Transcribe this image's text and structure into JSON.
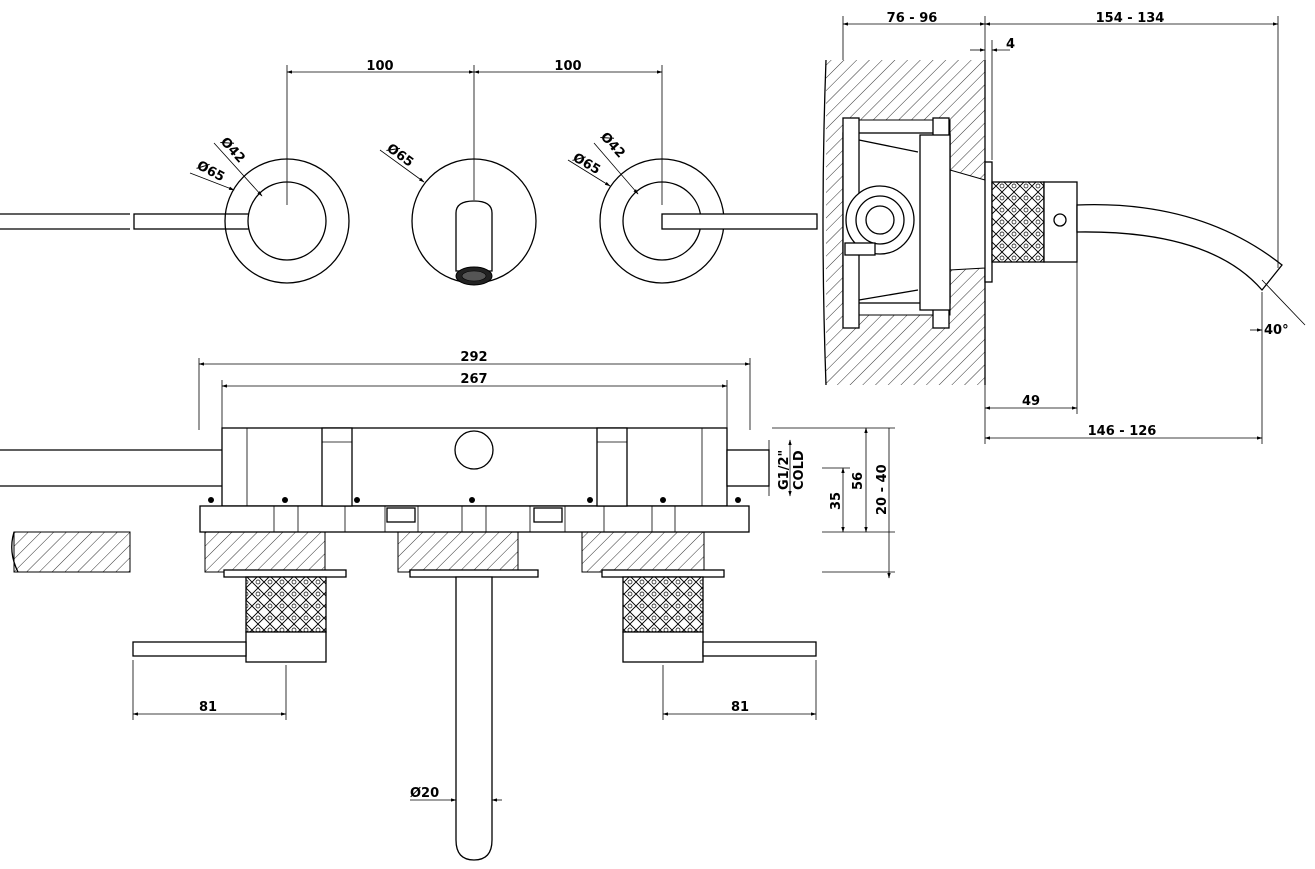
{
  "dimensions": {
    "front_spacing_left": "100",
    "front_spacing_right": "100",
    "dia42_left": "Ø42",
    "dia65_left": "Ø65",
    "dia65_center": "Ø65",
    "dia42_right": "Ø42",
    "dia65_right": "Ø65",
    "overall_292": "292",
    "overall_267": "267",
    "lever_left_81": "81",
    "lever_right_81": "81",
    "spout_dia": "Ø20",
    "inlet_thread": "G1/2\"",
    "inlet_label": "COLD",
    "height_35": "35",
    "height_56": "56",
    "wall_range": "20 - 40",
    "side_wall_depth": "76 - 96",
    "side_top_reach": "154 - 134",
    "side_plate": "4",
    "side_49": "49",
    "side_bottom_reach": "146 - 126",
    "spout_angle": "40°"
  },
  "colors": {
    "line": "#000000",
    "background": "#ffffff"
  }
}
